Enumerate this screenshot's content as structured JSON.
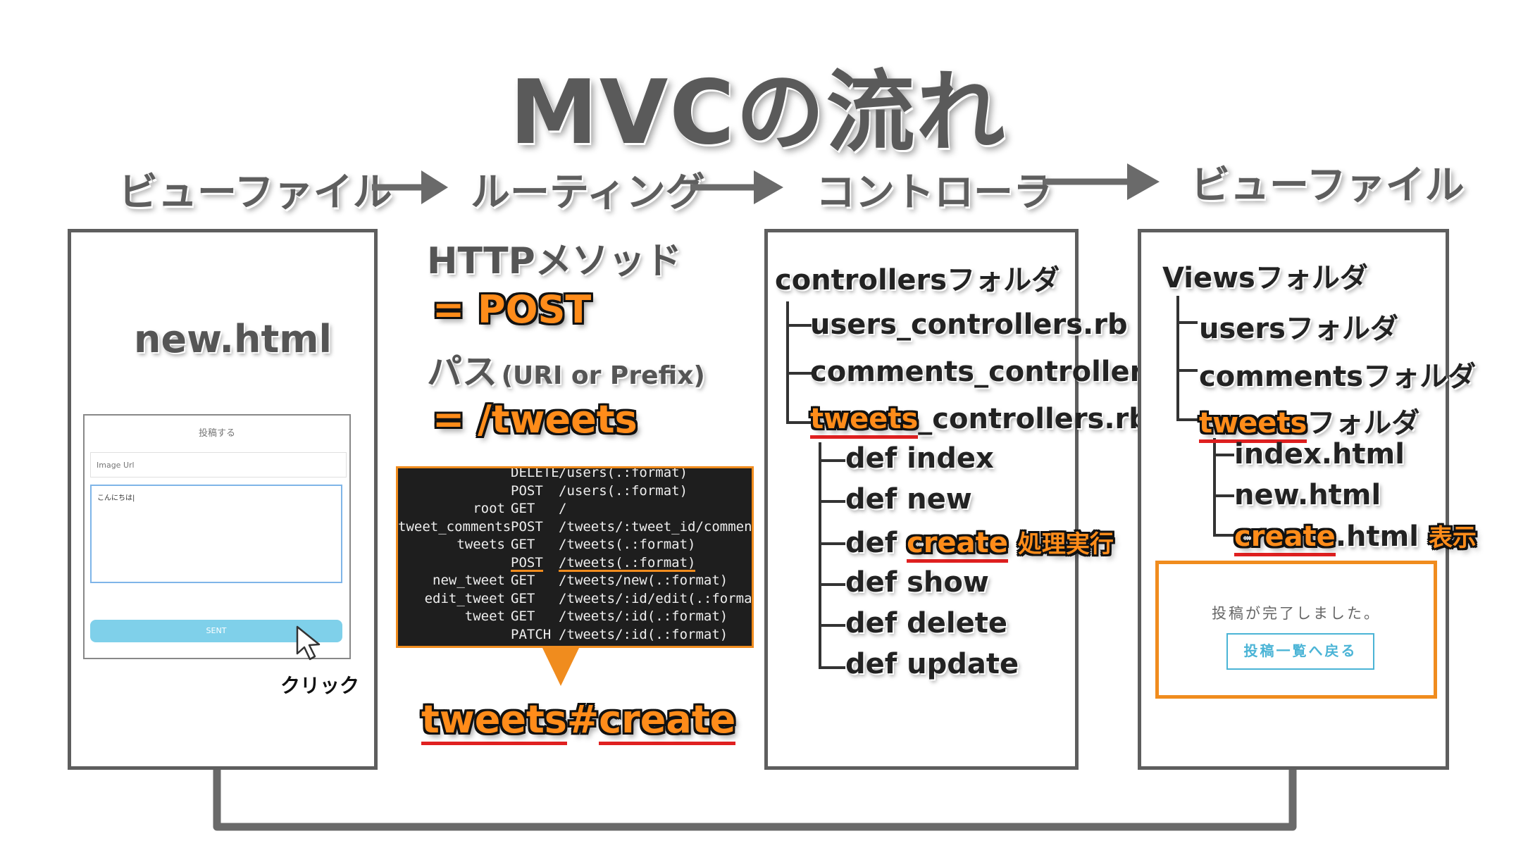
{
  "title": "MVCの流れ",
  "steps": [
    "ビューファイル",
    "ルーティング",
    "コントローラ",
    "ビューファイル"
  ],
  "view_panel": {
    "file": "new.html",
    "form": {
      "heading": "投稿する",
      "image_placeholder": "Image Url",
      "text_value": "こんにちは|",
      "button_label": "SENT"
    },
    "click_label": "クリック"
  },
  "routing": {
    "method_label": "HTTPメソッド",
    "method_value": "= POST",
    "path_label_jp": "パス",
    "path_label_en": "(URI or Prefix)",
    "path_value": "= /tweets",
    "route_rows": [
      {
        "prefix": "",
        "verb": "DELETE",
        "path": "/users(.:format)"
      },
      {
        "prefix": "",
        "verb": "POST",
        "path": "/users(.:format)"
      },
      {
        "prefix": "root",
        "verb": "GET",
        "path": "/"
      },
      {
        "prefix": "tweet_comments",
        "verb": "POST",
        "path": "/tweets/:tweet_id/comments(.:f"
      },
      {
        "prefix": "tweets",
        "verb": "GET",
        "path": "/tweets(.:format)"
      },
      {
        "prefix": "",
        "verb": "POST",
        "path": "/tweets(.:format)"
      },
      {
        "prefix": "new_tweet",
        "verb": "GET",
        "path": "/tweets/new(.:format)"
      },
      {
        "prefix": "edit_tweet",
        "verb": "GET",
        "path": "/tweets/:id/edit(.:format)"
      },
      {
        "prefix": "tweet",
        "verb": "GET",
        "path": "/tweets/:id(.:format)"
      },
      {
        "prefix": "",
        "verb": "PATCH",
        "path": "/tweets/:id(.:format)"
      }
    ],
    "action_controller": "tweets",
    "action_sep": "#",
    "action_method": "create"
  },
  "controller_panel": {
    "root": "controllersフォルダ",
    "files": [
      {
        "name": "users_controllers.rb"
      },
      {
        "name": "comments_controllers.rb"
      },
      {
        "hl": "tweets",
        "rest": "_controllers.rb"
      }
    ],
    "methods": [
      {
        "prefix": "def ",
        "name": "index"
      },
      {
        "prefix": "def ",
        "name": "new"
      },
      {
        "prefix": "def ",
        "hl": "create",
        "note": "処理実行"
      },
      {
        "prefix": "def ",
        "name": "show"
      },
      {
        "prefix": "def ",
        "name": "delete"
      },
      {
        "prefix": "def ",
        "name": "update"
      }
    ]
  },
  "views_panel": {
    "root": "Viewsフォルダ",
    "folders": [
      {
        "name": "usersフォルダ"
      },
      {
        "name": "commentsフォルダ"
      },
      {
        "hl": "tweets",
        "rest": "フォルダ"
      }
    ],
    "files": [
      {
        "name": "index.html"
      },
      {
        "name": "new.html"
      },
      {
        "hl": "create",
        "rest": ".html",
        "note": "表示"
      }
    ],
    "result": {
      "message": "投稿が完了しました。",
      "button": "投稿一覧へ戻る"
    }
  },
  "colors": {
    "accent": "#ff8c1a",
    "underline": "#e02020",
    "gray": "#5e5e5e",
    "link_blue": "#4bb4d6",
    "button_fill": "#7fd0ea"
  }
}
